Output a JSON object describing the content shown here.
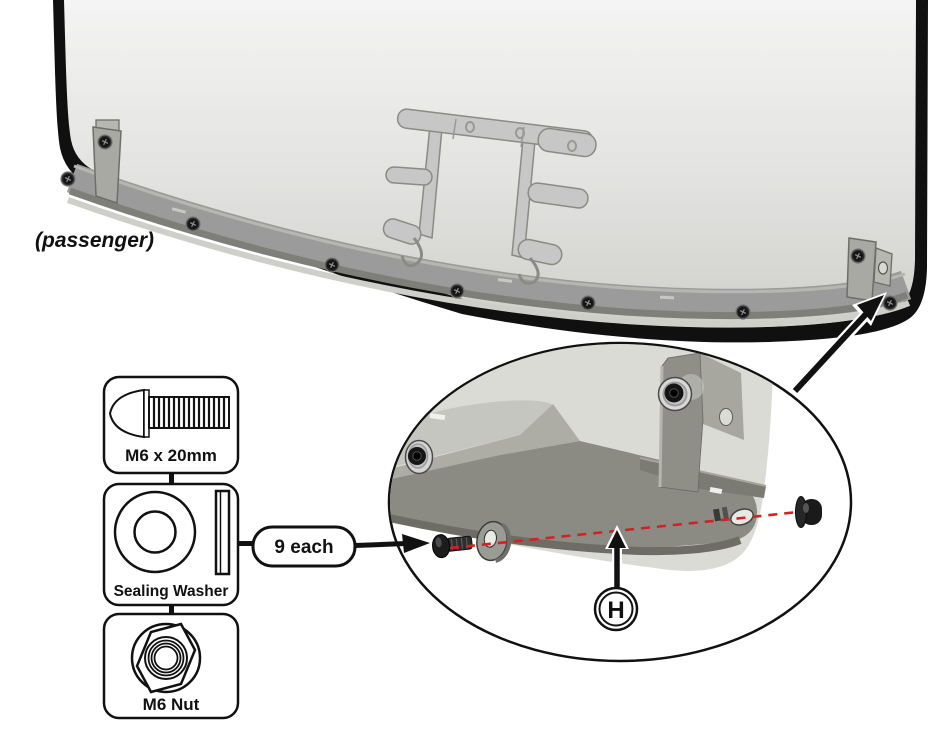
{
  "figure": {
    "passenger_label": "(passenger)",
    "quantity_label": "9 each",
    "detail_letter": "H",
    "hardware": [
      {
        "name": "bolt-m6x20",
        "icon": "bolt-icon",
        "label": "M6 x 20mm"
      },
      {
        "name": "sealing-washer",
        "icon": "washer-icon",
        "label": "Sealing Washer"
      },
      {
        "name": "nut-m6",
        "icon": "nut-icon",
        "label": "M6 Nut"
      }
    ],
    "colors": {
      "outline_black": "#111111",
      "alignment_line_red": "#d42222",
      "glass_gray": "#dbdbd6",
      "bracket_olive": "#8b8b84",
      "strip_gray": "#9b9b9b"
    }
  }
}
